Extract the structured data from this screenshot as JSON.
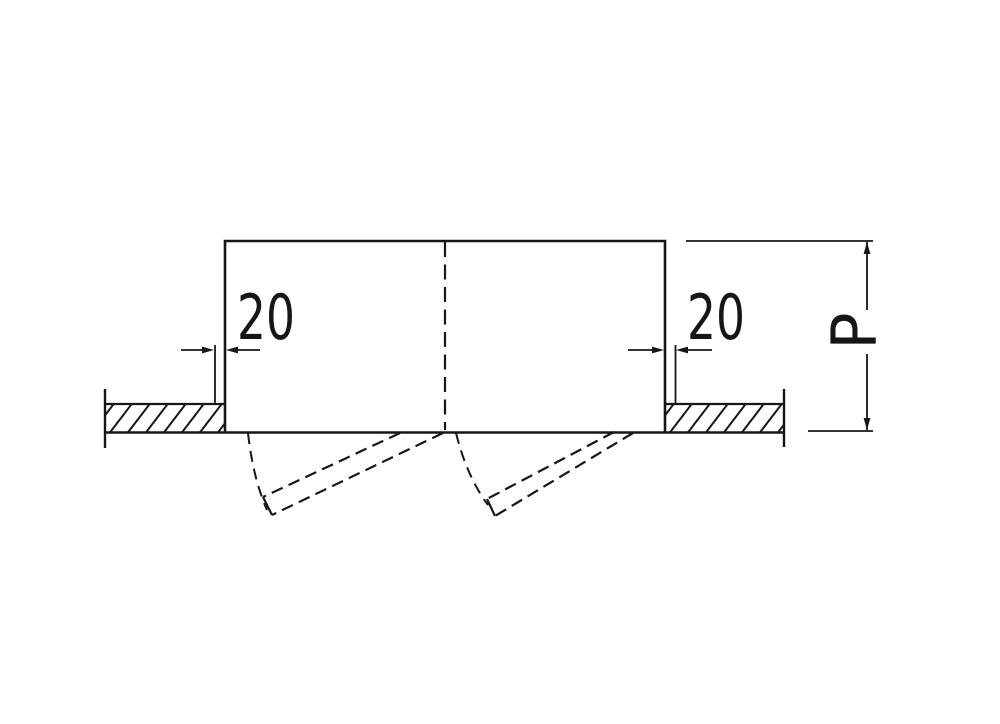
{
  "drawing": {
    "kind": "section-detail",
    "colors": {
      "line": "#161616",
      "background": "#ffffff"
    },
    "dimensions": {
      "left_gap": {
        "value": "20"
      },
      "right_gap": {
        "value": "20"
      },
      "height": {
        "value": "P"
      }
    }
  }
}
